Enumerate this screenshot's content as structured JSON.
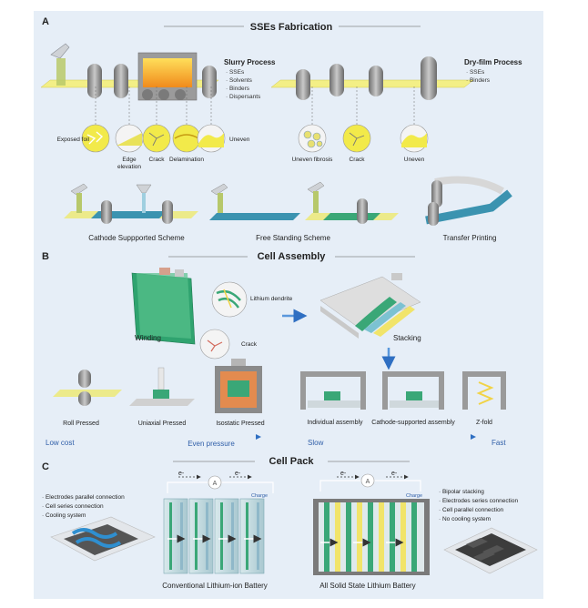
{
  "sections": {
    "a": {
      "letter": "A",
      "title": "SSEs Fabrication",
      "slurry": {
        "title": "Slurry Process",
        "items": [
          "· SSEs",
          "· Solvents",
          "· Binders",
          "· Dispersants"
        ]
      },
      "dry": {
        "title": "Dry-film Process",
        "items": [
          "· SSEs",
          "· Binders"
        ]
      },
      "defects_slurry": [
        "Exposed foil",
        "Edge",
        "elevation",
        "Crack",
        "Delamination",
        "Uneven"
      ],
      "defects_dry": [
        "Uneven fibrosis",
        "Crack",
        "Uneven"
      ],
      "schemes": [
        "Cathode Suppported Scheme",
        "Free Standing Scheme",
        "Transfer Printing"
      ]
    },
    "b": {
      "letter": "B",
      "title": "Cell Assembly",
      "labels": {
        "winding": "Winding",
        "dendrite": "Lithium dendrite",
        "crack": "Crack",
        "stacking": "Stacking"
      },
      "press": [
        "Roll Pressed",
        "Uniaxial Pressed",
        "Isostatic Pressed"
      ],
      "assembly": [
        "Individual assembly",
        "Cathode-supported assembly",
        "Z-fold"
      ],
      "scale": {
        "low": "Low cost",
        "even": "Even pressure",
        "slow": "Slow",
        "fast": "Fast"
      }
    },
    "c": {
      "letter": "C",
      "title": "Cell Pack",
      "conv_items": [
        "· Electrodes parallel connection",
        "· Cell series connection",
        "· Cooling system"
      ],
      "ss_items": [
        "· Bipolar stacking",
        "· Electrodes series connection",
        "· Cell parallel connection",
        "· No cooling system"
      ],
      "electron": "e-",
      "charge": "Charge",
      "ammeter": "A",
      "conv_caption": "Conventional Lithium-ion Battery",
      "ss_caption": "All Solid State Lithium Battery"
    }
  },
  "colors": {
    "panel": "#e6eef7",
    "electrode": "#f0ec7a",
    "roller": "#8f8f8f",
    "accent": "#3a78c4",
    "green": "#3aa777"
  }
}
